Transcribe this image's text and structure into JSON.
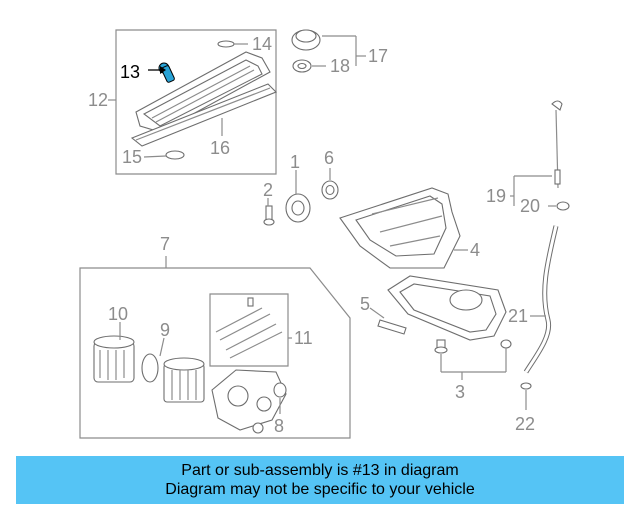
{
  "callouts": {
    "c1": "1",
    "c2": "2",
    "c3": "3",
    "c4": "4",
    "c5": "5",
    "c6": "6",
    "c7": "7",
    "c8": "8",
    "c9": "9",
    "c10": "10",
    "c11": "11",
    "c12": "12",
    "c13": "13",
    "c14": "14",
    "c15": "15",
    "c16": "16",
    "c17": "17",
    "c18": "18",
    "c19": "19",
    "c20": "20",
    "c21": "21",
    "c22": "22"
  },
  "highlight_part": "13",
  "colors": {
    "banner": "#55c4f5",
    "highlight": "#29a3d6",
    "line": "#8c8c8c"
  },
  "banner": {
    "line1": "Part or sub-assembly is #13 in diagram",
    "line2": "Diagram may not be specific to your vehicle"
  }
}
